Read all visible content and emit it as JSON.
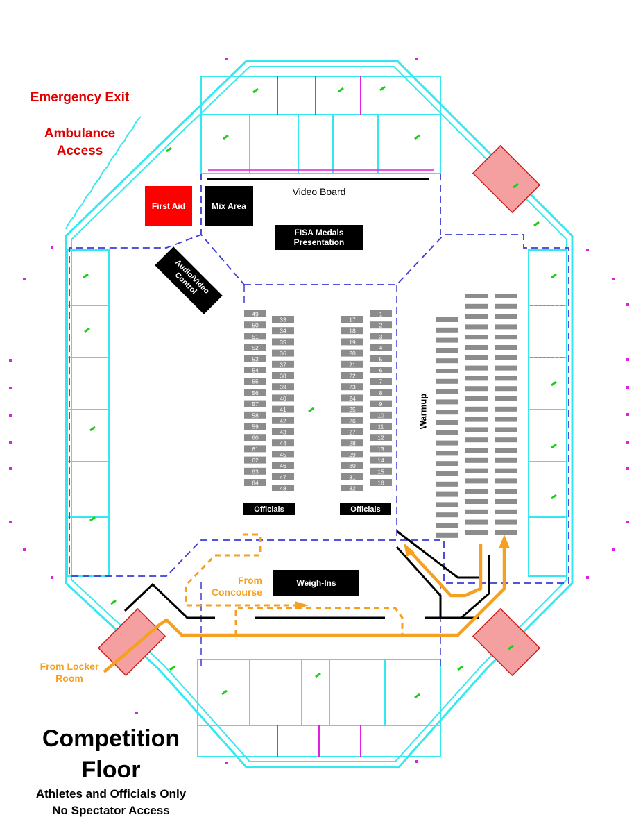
{
  "labels": {
    "emergency_exit": "Emergency Exit",
    "ambulance_access": "Ambulance Access",
    "first_aid": "First Aid",
    "mix_area": "Mix Area",
    "video_board": "Video Board",
    "fisa_medals": "FISA Medals Presentation",
    "audio_video": "Audio/Video Control",
    "warmup": "Warmup",
    "officials_left": "Officials",
    "officials_right": "Officials",
    "weigh_ins": "Weigh-Ins",
    "from_concourse": "From Concourse",
    "from_locker_room": "From Locker Room"
  },
  "title": {
    "main_line1": "Competition",
    "main_line2": "Floor",
    "sub_line1": "Athletes and Officials Only",
    "sub_line2": "No Spectator Access"
  },
  "stations": {
    "left_col_a": [
      "49",
      "50",
      "51",
      "52",
      "53",
      "54",
      "55",
      "56",
      "57",
      "58",
      "59",
      "60",
      "61",
      "62",
      "63",
      "64"
    ],
    "left_col_b": [
      "33",
      "34",
      "35",
      "36",
      "37",
      "38",
      "39",
      "40",
      "41",
      "42",
      "43",
      "44",
      "45",
      "46",
      "47",
      "48"
    ],
    "right_col_a": [
      "17",
      "18",
      "19",
      "20",
      "21",
      "22",
      "23",
      "24",
      "25",
      "26",
      "27",
      "28",
      "29",
      "30",
      "31",
      "32"
    ],
    "right_col_b": [
      "1",
      "2",
      "3",
      "4",
      "5",
      "6",
      "7",
      "8",
      "9",
      "10",
      "11",
      "12",
      "13",
      "14",
      "15",
      "16"
    ]
  },
  "warmup_rows": 24,
  "colors": {
    "wall_cyan": "#35e8f0",
    "dash_blue": "#3b3bd6",
    "station_gray": "#8c8c8c",
    "route_orange": "#f5a020",
    "emergency_red": "#e00000",
    "door_red": "#f4a0a0",
    "fixture_green": "#18d018",
    "marker_magenta": "#e020e0"
  }
}
